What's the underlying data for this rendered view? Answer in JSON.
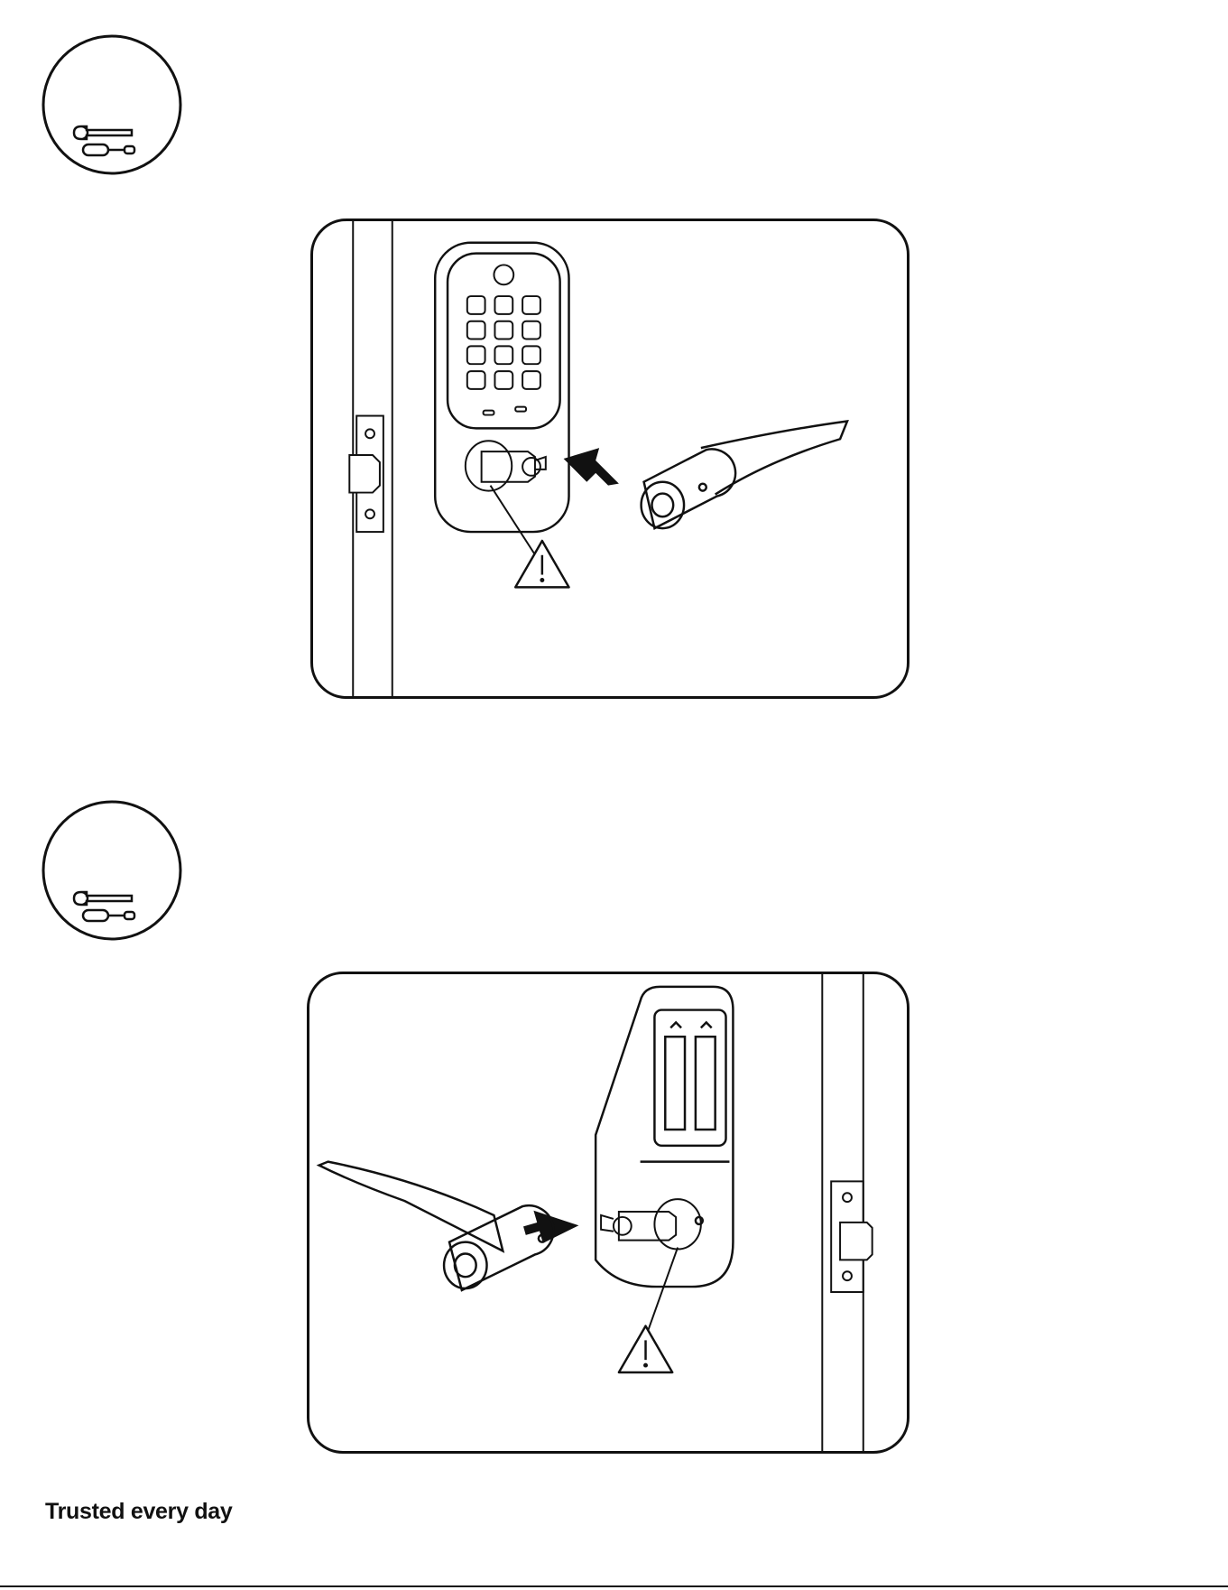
{
  "document": {
    "footer": {
      "brand_tagline": "Trusted every day"
    },
    "steps": [
      {
        "tools_icon": "wrench-and-screwdriver-icon",
        "illustration": "lever-handle-install-keypad-front",
        "warning_icon": "warning-triangle-icon",
        "arrow_icon": "push-arrow-icon"
      },
      {
        "tools_icon": "wrench-and-screwdriver-icon",
        "illustration": "lever-handle-install-interior-battery-side",
        "warning_icon": "warning-triangle-icon",
        "arrow_icon": "push-arrow-icon"
      }
    ],
    "colors": {
      "ink": "#111111",
      "paper": "#ffffff"
    }
  }
}
